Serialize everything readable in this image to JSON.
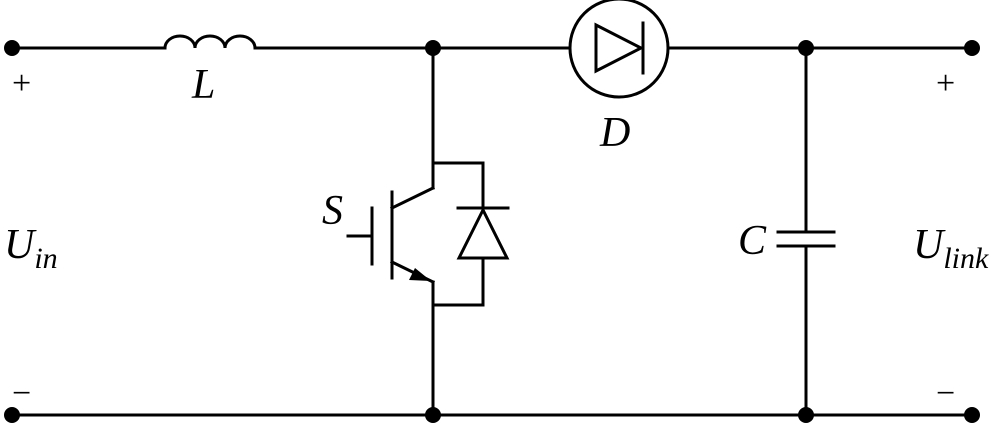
{
  "labels": {
    "inductor": "L",
    "diode": "D",
    "switch": "S",
    "capacitor": "C",
    "input_voltage": "U",
    "input_voltage_sub": "in",
    "link_voltage": "U",
    "link_voltage_sub": "link",
    "input_plus": "+",
    "input_minus": "−",
    "output_plus": "+",
    "output_minus": "−"
  },
  "colors": {
    "line": "#000000",
    "background": "#ffffff"
  }
}
